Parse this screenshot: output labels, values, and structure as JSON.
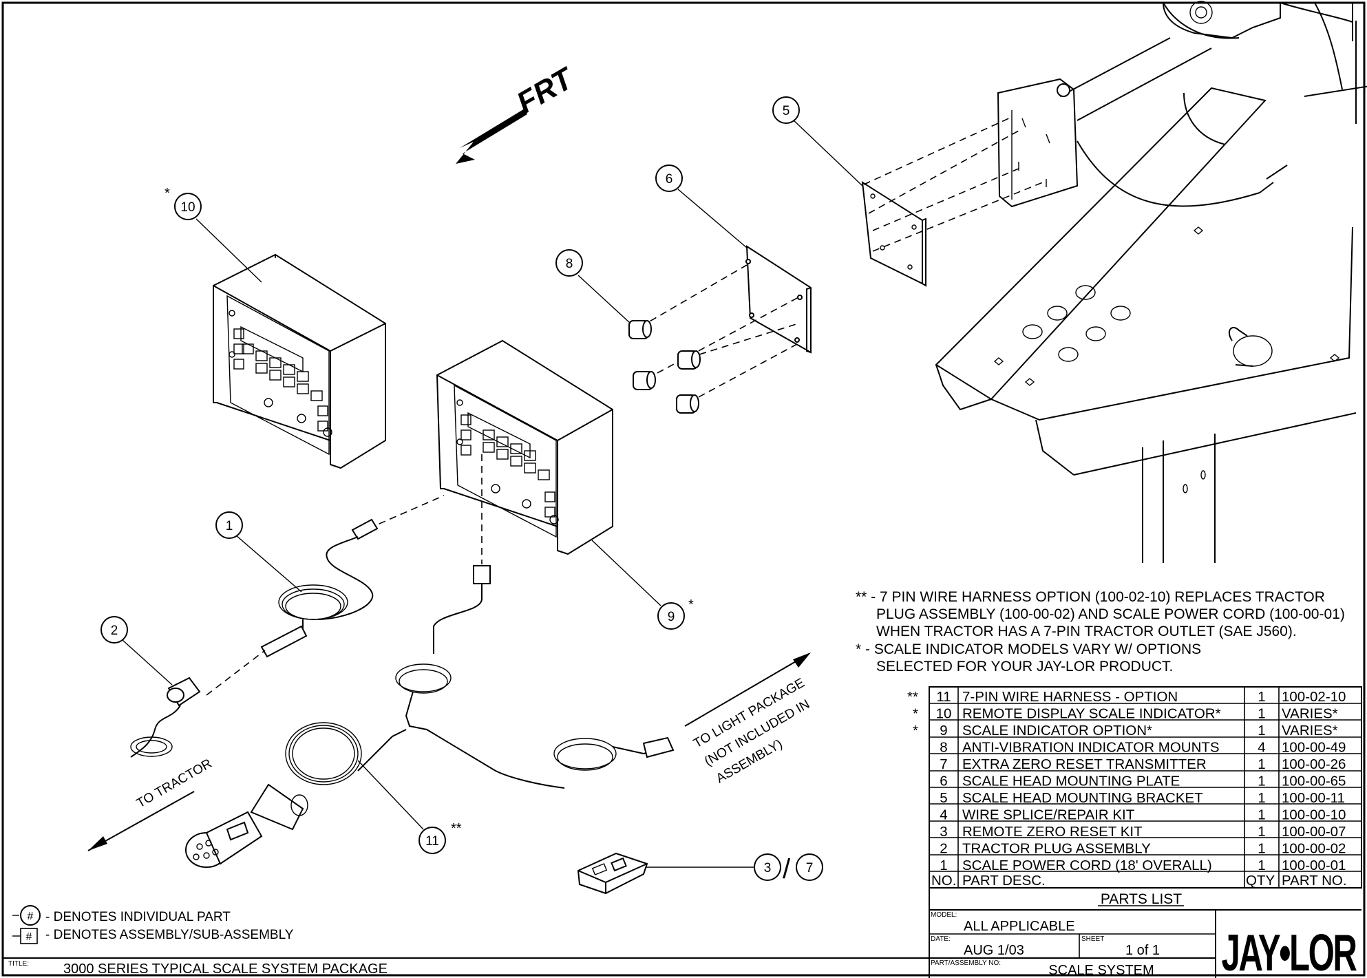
{
  "orientation": "FRT",
  "labels": {
    "to_tractor": "TO TRACTOR",
    "light_pkg_1": "TO LIGHT PACKAGE",
    "light_pkg_2": "(NOT INCLUDED IN",
    "light_pkg_3": "ASSEMBLY)"
  },
  "balloons": {
    "b1": "1",
    "b2": "2",
    "b3": "3",
    "b5": "5",
    "b6": "6",
    "b7": "7",
    "b8": "8",
    "b9": "9",
    "b10": "10",
    "b11": "11",
    "slash": "/",
    "star": "*",
    "dstar": "**"
  },
  "notes": [
    "** - 7 PIN WIRE HARNESS OPTION (100-02-10) REPLACES TRACTOR",
    "PLUG ASSEMBLY (100-00-02) AND SCALE POWER CORD (100-00-01)",
    "WHEN TRACTOR HAS A 7-PIN TRACTOR OUTLET (SAE J560).",
    "* - SCALE INDICATOR MODELS VARY W/ OPTIONS",
    "SELECTED FOR YOUR JAY-LOR PRODUCT."
  ],
  "parts_list": {
    "columns": [
      "NO.",
      "PART DESC.",
      "QTY",
      "PART NO."
    ],
    "rows": [
      {
        "mark": "**",
        "no": "11",
        "desc": "7-PIN WIRE HARNESS - OPTION",
        "qty": "1",
        "part": "100-02-10"
      },
      {
        "mark": "*",
        "no": "10",
        "desc": "REMOTE DISPLAY SCALE INDICATOR*",
        "qty": "1",
        "part": "VARIES*"
      },
      {
        "mark": "*",
        "no": "9",
        "desc": "SCALE INDICATOR OPTION*",
        "qty": "1",
        "part": "VARIES*"
      },
      {
        "mark": "",
        "no": "8",
        "desc": "ANTI-VIBRATION INDICATOR MOUNTS",
        "qty": "4",
        "part": "100-00-49"
      },
      {
        "mark": "",
        "no": "7",
        "desc": "EXTRA ZERO RESET TRANSMITTER",
        "qty": "1",
        "part": "100-00-26"
      },
      {
        "mark": "",
        "no": "6",
        "desc": "SCALE HEAD MOUNTING PLATE",
        "qty": "1",
        "part": "100-00-65"
      },
      {
        "mark": "",
        "no": "5",
        "desc": "SCALE HEAD MOUNTING BRACKET",
        "qty": "1",
        "part": "100-00-11"
      },
      {
        "mark": "",
        "no": "4",
        "desc": "WIRE SPLICE/REPAIR KIT",
        "qty": "1",
        "part": "100-00-10"
      },
      {
        "mark": "",
        "no": "3",
        "desc": "REMOTE ZERO RESET KIT",
        "qty": "1",
        "part": "100-00-07"
      },
      {
        "mark": "",
        "no": "2",
        "desc": "TRACTOR PLUG ASSEMBLY",
        "qty": "1",
        "part": "100-00-02"
      },
      {
        "mark": "",
        "no": "1",
        "desc": "SCALE POWER CORD (18' OVERALL)",
        "qty": "1",
        "part": "100-00-01"
      }
    ],
    "caption": "PARTS LIST"
  },
  "legend": {
    "individual_symbol": "#",
    "individual_text": "- DENOTES INDIVIDUAL PART",
    "assembly_symbol": "#",
    "assembly_text": "- DENOTES ASSEMBLY/SUB-ASSEMBLY"
  },
  "title_block": {
    "title_label": "TITLE:",
    "title": "3000 SERIES TYPICAL SCALE SYSTEM PACKAGE",
    "model_label": "MODEL:",
    "model": "ALL APPLICABLE",
    "date_label": "DATE:",
    "date": "AUG 1/03",
    "sheet_label": "SHEET",
    "sheet": "1 of 1",
    "part_label": "PART/ASSEMBLY NO:",
    "part": "SCALE SYSTEM",
    "logo": "JAY•LOR"
  }
}
